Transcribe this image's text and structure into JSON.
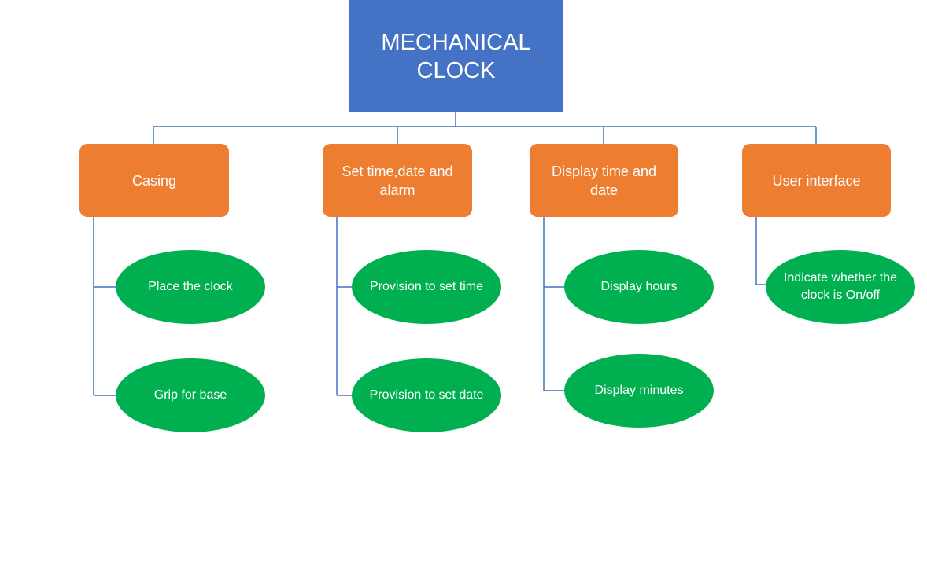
{
  "root": {
    "line1": "MECHANICAL",
    "line2": "CLOCK"
  },
  "categories": [
    {
      "label": "Casing",
      "leaves": [
        "Place the clock",
        "Grip for base"
      ]
    },
    {
      "label": "Set time,date and alarm",
      "leaves": [
        "Provision to set time",
        "Provision to set date"
      ]
    },
    {
      "label": "Display time and date",
      "leaves": [
        "Display hours",
        "Display minutes"
      ]
    },
    {
      "label": "User interface",
      "leaves": [
        "Indicate whether the clock is On/off"
      ]
    }
  ],
  "colors": {
    "root": "#4472c4",
    "category": "#ed7d31",
    "leaf": "#00b050",
    "connector": "#4472c4"
  }
}
